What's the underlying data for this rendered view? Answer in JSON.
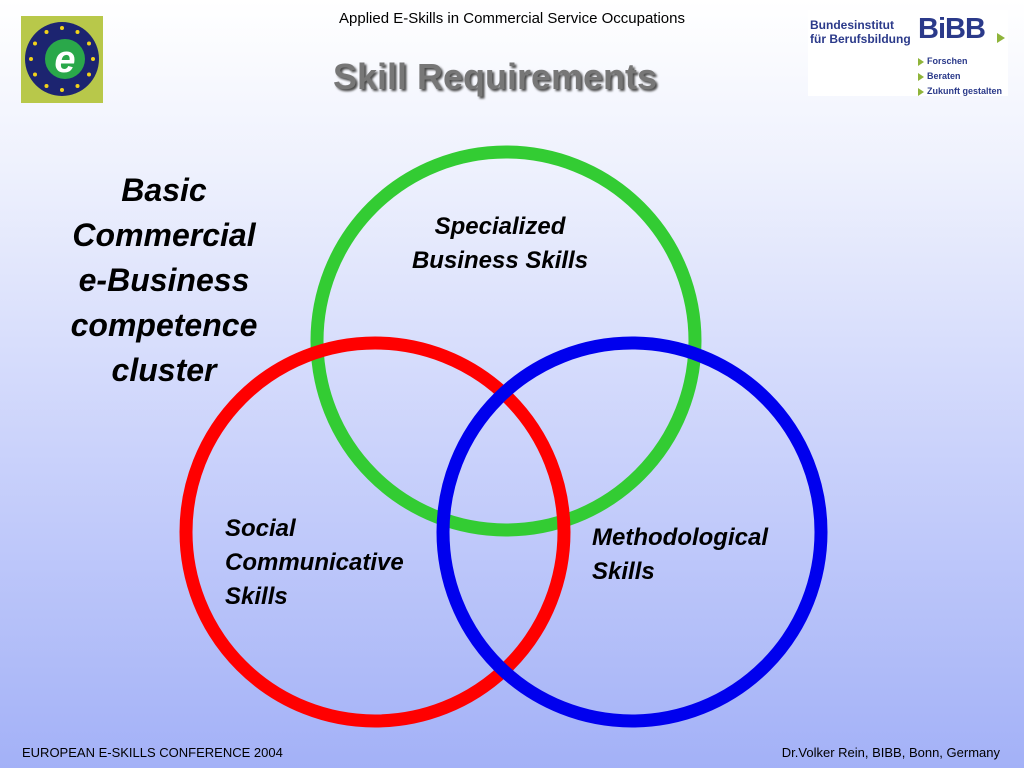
{
  "header": {
    "title": "Applied E-Skills in Commercial Service Occupations"
  },
  "slide": {
    "title": "Skill Requirements"
  },
  "logo_left": {
    "letter": "e",
    "icon": "e-skills-eu-stars-logo"
  },
  "logo_right": {
    "name_line1": "Bundesinstitut",
    "name_line2": "für Berufsbildung",
    "mark": "BiBB",
    "tags": [
      "Forschen",
      "Beraten",
      "Zukunft gestalten"
    ]
  },
  "cluster_text": {
    "lines": [
      "Basic",
      "Commercial",
      "e-Business",
      "competence",
      "cluster"
    ]
  },
  "venn": {
    "circles": [
      {
        "label_lines": [
          "Specialized",
          "Business Skills"
        ],
        "color": "#33cc33"
      },
      {
        "label_lines": [
          "Social",
          "Communicative",
          "Skills"
        ],
        "color": "#ff0000"
      },
      {
        "label_lines": [
          "Methodological",
          "Skills"
        ],
        "color": "#0000ee"
      }
    ]
  },
  "footer": {
    "left": "EUROPEAN E-SKILLS CONFERENCE 2004",
    "right": "Dr.Volker Rein, BIBB, Bonn, Germany"
  },
  "colors": {
    "title_gray": "#777777",
    "bibb_blue": "#2b3a8a",
    "bibb_green": "#8fb43a"
  }
}
